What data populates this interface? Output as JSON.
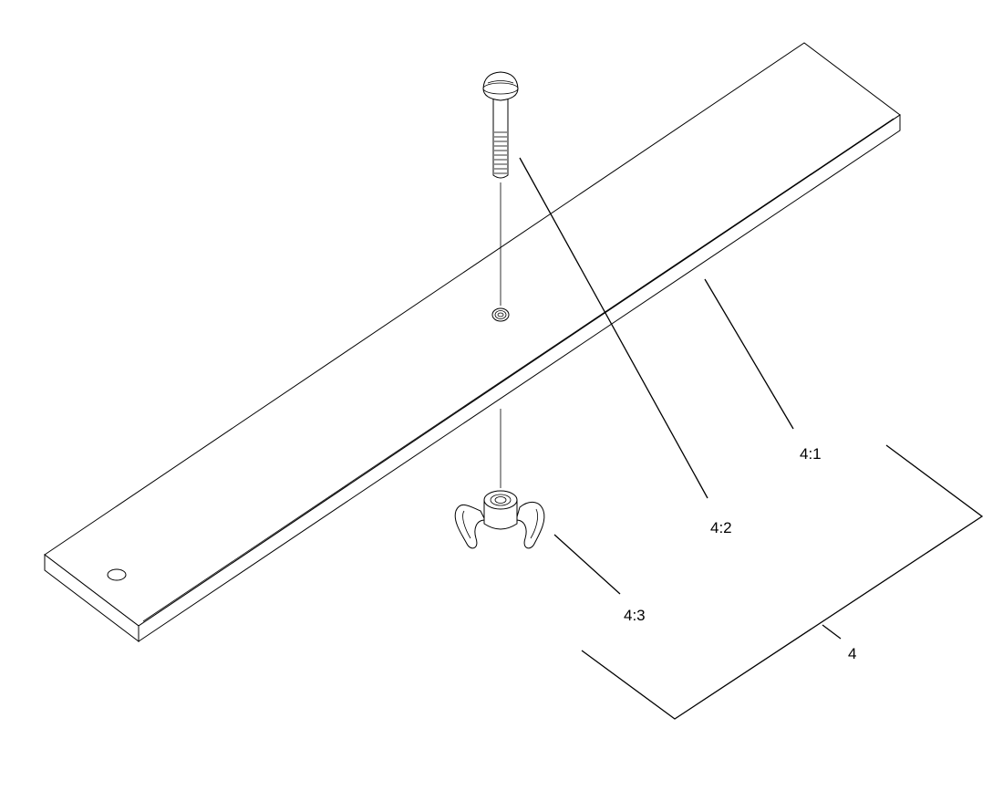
{
  "callouts": {
    "bar": "4:1",
    "bolt": "4:2",
    "wing_nut": "4:3",
    "assembly": "4"
  }
}
